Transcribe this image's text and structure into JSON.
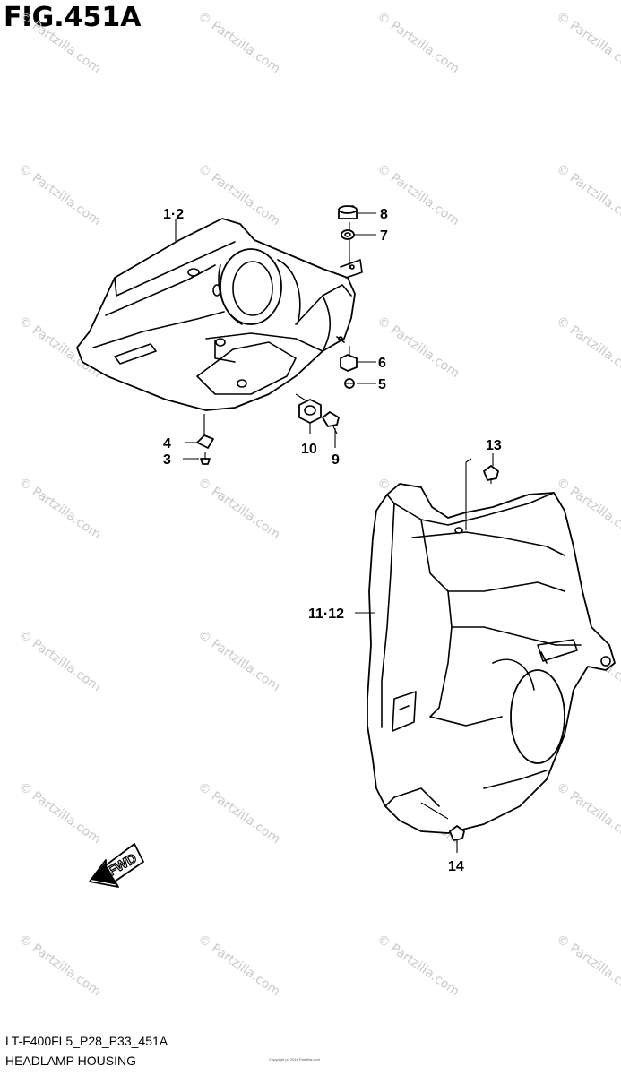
{
  "figure": {
    "title": "FIG.451A",
    "code": "LT-F400FL5_P28_P33_451A",
    "name": "HEADLAMP HOUSING",
    "copyright": "Copyright (c) 2016 Partzilla.com"
  },
  "callouts": {
    "c1_2": "1·2",
    "c3": "3",
    "c4": "4",
    "c5": "5",
    "c6": "6",
    "c7": "7",
    "c8": "8",
    "c9": "9",
    "c10": "10",
    "c11_12": "11·12",
    "c13": "13",
    "c14": "14"
  },
  "fwd_label": "FWD",
  "watermark": "© Partzilla.com"
}
